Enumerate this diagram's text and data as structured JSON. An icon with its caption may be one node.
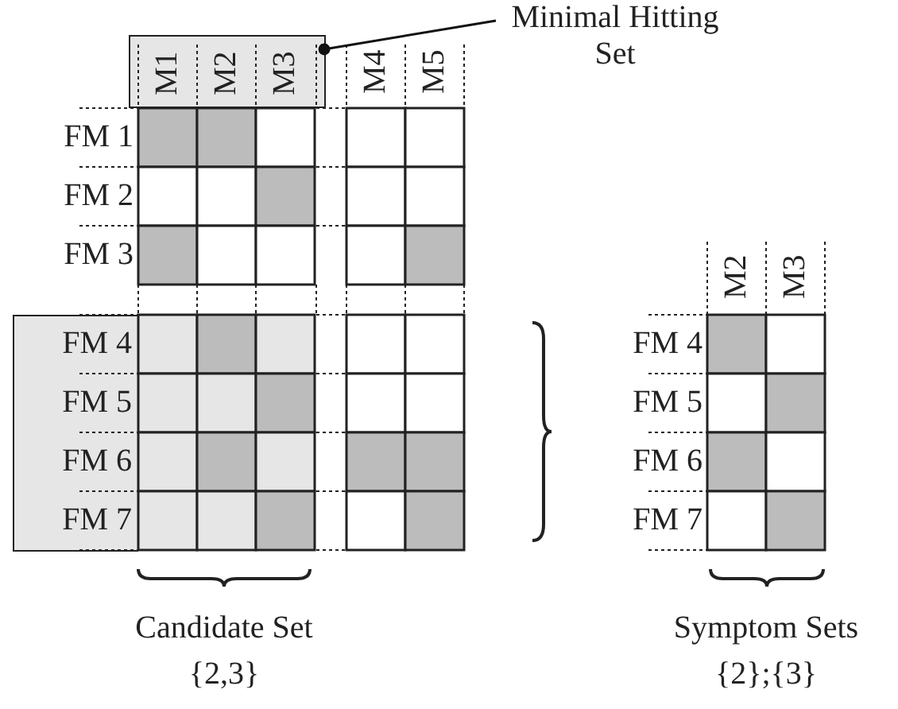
{
  "diagram": {
    "nodes": [
      {
        "text": [
          "Minimal Hitting Set"
        ]
      },
      {
        "text": [
          "M1",
          "M2",
          "M3"
        ]
      },
      {
        "text": [
          "FM 4",
          "FM 5",
          "FM 6",
          "FM 7"
        ]
      }
    ],
    "edges": [
      {
        "from": 0,
        "to": 1,
        "arrow": "other"
      }
    ],
    "labels": [
      "M4",
      "M5",
      "FM 1",
      "FM 2",
      "FM 3",
      "M2",
      "M3",
      "FM 4",
      "FM 5",
      "FM 6",
      "FM 7",
      "Candidate Set",
      "{2,3}",
      "Symptom Sets",
      "{2};{3}"
    ]
  }
}
